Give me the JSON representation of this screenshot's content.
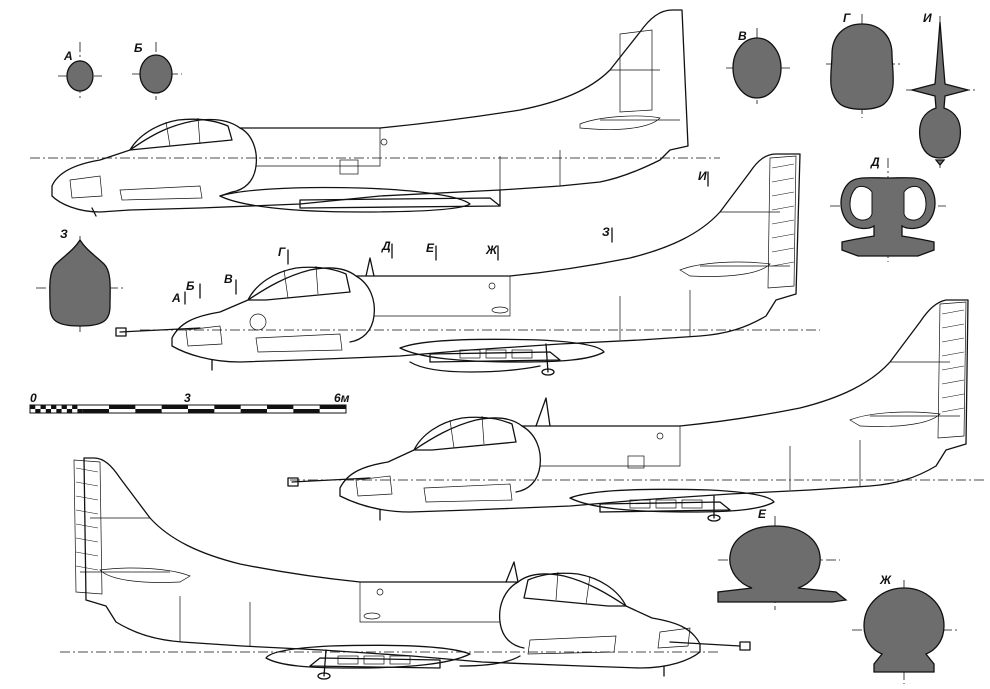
{
  "section_labels": {
    "a": "А",
    "b": "Б",
    "v": "В",
    "g": "Г",
    "i": "И",
    "d": "Д",
    "e": "Е",
    "zh": "Ж",
    "z": "З"
  },
  "scale_bar": {
    "start_label": "0",
    "mid_label": "3",
    "end_label": "6м"
  },
  "colors": {
    "line": "#111111",
    "section_fill": "#6d6d6d",
    "background": "#ffffff"
  }
}
